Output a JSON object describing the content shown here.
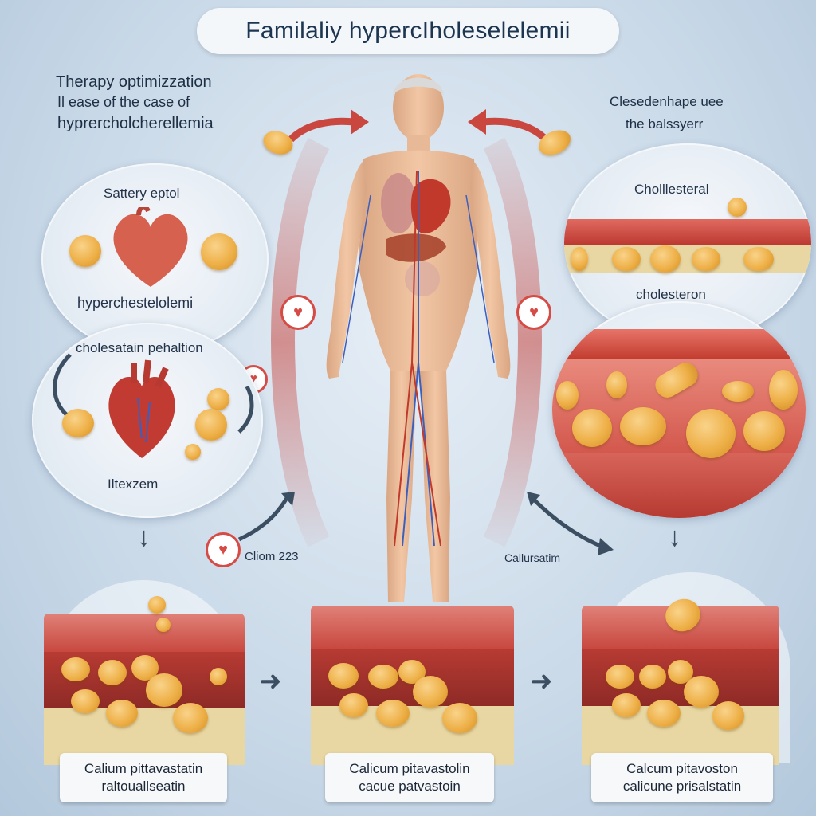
{
  "title": "Familaliy hypercIholeselelemii",
  "intro": {
    "line1": "Therapy optimizzation",
    "line2": "Il ease of the case of",
    "line3": "hyprercholcherellemia"
  },
  "top_right": {
    "line1": "Clesedenhape uee",
    "line2": "the balssyerr"
  },
  "left_top_circle": {
    "label_top": "Sattery eptol",
    "label_bottom": "hyperchestelolemi"
  },
  "left_bottom_circle": {
    "label_top": "cholesatain pehaltion",
    "label_bottom": "Iltexzem"
  },
  "right_top_circle": {
    "label_top": "Cholllesteral",
    "label_bottom": "cholesteron"
  },
  "middle_labels": {
    "left": "Cliom 223",
    "right": "Callursatim"
  },
  "bottom_panels": [
    {
      "line1": "Calium pittavastatin",
      "line2": "raltouallseatin"
    },
    {
      "line1": "Calicum pitavastolin",
      "line2": "cacue patvastoin"
    },
    {
      "line1": "Calcum pitavoston",
      "line2": "calicune prisalstatin"
    }
  ],
  "colors": {
    "background": "#c9d9e8",
    "artery_red": "#c9443f",
    "plaque_yellow": "#e8d7a2",
    "pill_orange": "#eeb048",
    "arrow_red": "#c9473f",
    "arrow_dark": "#3c4e62"
  },
  "icons": [
    "heart-icon",
    "pill-icon",
    "arrow-icon"
  ]
}
